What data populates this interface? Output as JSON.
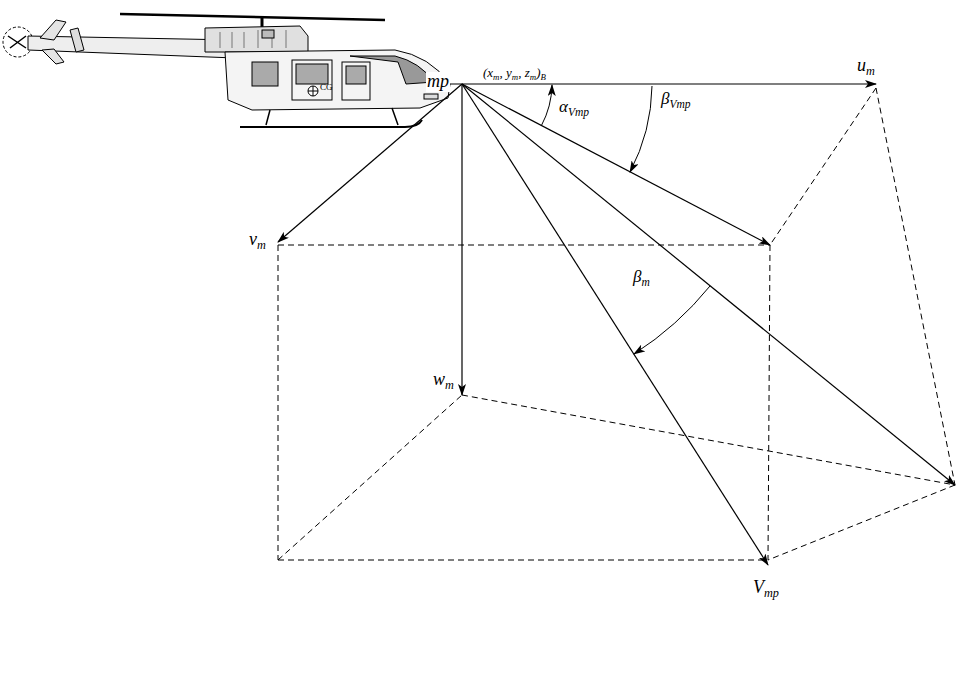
{
  "diagram": {
    "labels": [
      "mp",
      "(xm, ym, zm)B",
      "um",
      "αVmp",
      "βVmp",
      "vm",
      "βm",
      "wm",
      "Vmp",
      "CG"
    ]
  }
}
